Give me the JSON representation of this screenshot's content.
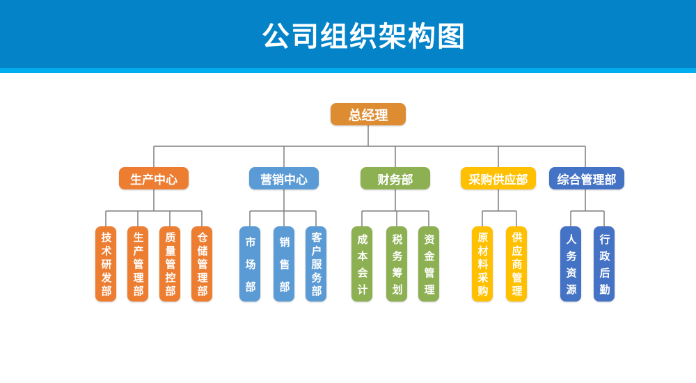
{
  "title": "公司组织架构图",
  "palette": {
    "header_bg": "#0483c9",
    "header_strip": "#00aeef",
    "title_text": "#ffffff",
    "root_orange": "#dd8c32",
    "orange": "#ed7d31",
    "light_blue": "#5b9bd5",
    "green": "#8cb052",
    "yellow": "#ffc000",
    "dark_blue": "#4472c4",
    "connector_gray": "#7f7f7f"
  },
  "root": {
    "label": "总经理",
    "color": "#dd8c32"
  },
  "departments": [
    {
      "label": "生产中心",
      "color": "#ed7d31",
      "children": [
        "技术研发部",
        "生产管理部",
        "质量管控部",
        "仓储管理部"
      ]
    },
    {
      "label": "营销中心",
      "color": "#5b9bd5",
      "children": [
        "市场部",
        "销售部",
        "客户服务部"
      ]
    },
    {
      "label": "财务部",
      "color": "#8cb052",
      "children": [
        "成本会计",
        "税务筹划",
        "资金管理"
      ]
    },
    {
      "label": "采购供应部",
      "color": "#ffc000",
      "children": [
        "原材料采购",
        "供应商管理"
      ]
    },
    {
      "label": "综合管理部",
      "color": "#4472c4",
      "children": [
        "人务资源",
        "行政后勤"
      ]
    }
  ]
}
